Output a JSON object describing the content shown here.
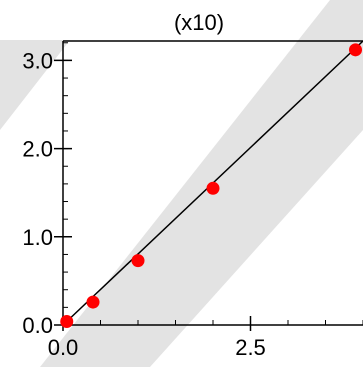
{
  "chart_data": {
    "type": "scatter",
    "title": "",
    "xlabel": "",
    "ylabel": "",
    "y_scale_label": "(x10)",
    "xlim": [
      0.0,
      4.0
    ],
    "ylim": [
      0.0,
      3.22
    ],
    "x_ticks": [
      {
        "value": 0.0,
        "label": "0.0"
      },
      {
        "value": 2.5,
        "label": "2.5"
      }
    ],
    "y_ticks": [
      {
        "value": 0.0,
        "label": "0.0"
      },
      {
        "value": 1.0,
        "label": "1.0"
      },
      {
        "value": 2.0,
        "label": "2.0"
      },
      {
        "value": 3.0,
        "label": "3.0"
      }
    ],
    "x_minor_step": 0.5,
    "y_minor_step": 0.2,
    "points": [
      {
        "x": 0.05,
        "y": 0.04
      },
      {
        "x": 0.4,
        "y": 0.26
      },
      {
        "x": 1.0,
        "y": 0.73
      },
      {
        "x": 2.0,
        "y": 1.55
      },
      {
        "x": 3.9,
        "y": 3.12
      }
    ],
    "fit_line": {
      "x": [
        0.0,
        4.0
      ],
      "y": [
        0.0,
        3.22
      ]
    },
    "grid": false,
    "colors": {
      "points": "#ff0000",
      "line": "#000000",
      "axes": "#000000",
      "watermark": "#cccccc"
    }
  }
}
